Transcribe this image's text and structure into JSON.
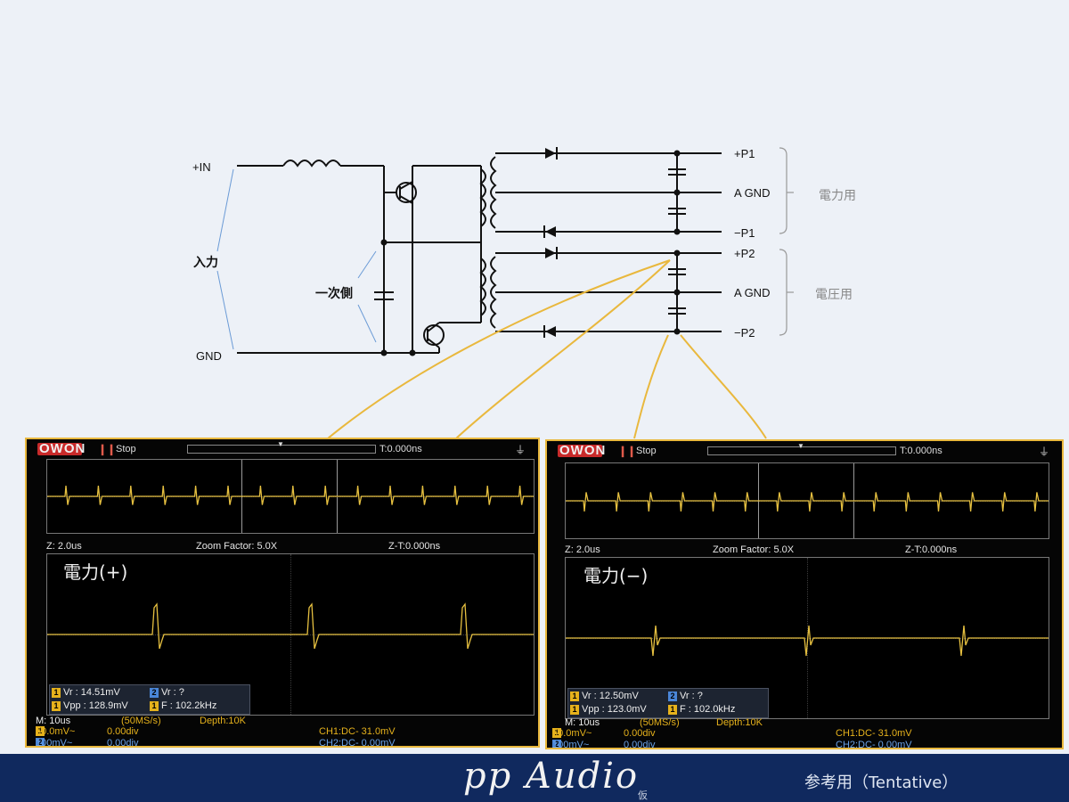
{
  "circuit": {
    "labels": {
      "in_plus": "+IN",
      "input": "入力",
      "gnd": "GND",
      "primary": "一次側",
      "p1_plus": "+P1",
      "agnd1": "A GND",
      "p1_minus": "−P1",
      "p2_plus": "+P2",
      "agnd2": "A GND",
      "p2_minus": "−P2",
      "power_use": "電力用",
      "voltage_use": "電圧用"
    }
  },
  "scopes": [
    {
      "brand": "OWON",
      "pause_icon": "pause-icon",
      "status": "Stop",
      "trigger_time": "T:0.000ns",
      "zoom_time": "Z: 2.0us",
      "zoom_factor": "Zoom Factor: 5.0X",
      "zoom_t": "Z-T:0.000ns",
      "channel_label": "電力(+)",
      "meas": {
        "vr1": "Vr : 14.51mV",
        "vr2": "Vr :     ?",
        "vpp": "Vpp : 128.9mV",
        "freq": "F : 102.2kHz"
      },
      "timebase": "M: 10us",
      "sample_rate": "(50MS/s)",
      "depth": "Depth:10K",
      "ch1_scale": "50.0mV~",
      "ch1_pos": "0.00div",
      "ch1_trig": "CH1:DC-  31.0mV",
      "ch2_scale": "100mV~",
      "ch2_pos": "0.00div",
      "ch2_trig": "CH2:DC-  0.00mV"
    },
    {
      "brand": "OWON",
      "pause_icon": "pause-icon",
      "status": "Stop",
      "trigger_time": "T:0.000ns",
      "zoom_time": "Z: 2.0us",
      "zoom_factor": "Zoom Factor: 5.0X",
      "zoom_t": "Z-T:0.000ns",
      "channel_label": "電力(−)",
      "meas": {
        "vr1": "Vr : 12.50mV",
        "vr2": "Vr :     ?",
        "vpp": "Vpp : 123.0mV",
        "freq": "F : 102.0kHz"
      },
      "timebase": "M: 10us",
      "sample_rate": "(50MS/s)",
      "depth": "Depth:10K",
      "ch1_scale": "50.0mV~",
      "ch1_pos": "0.00div",
      "ch1_trig": "CH1:DC-  31.0mV",
      "ch2_scale": "100mV~",
      "ch2_pos": "0.00div",
      "ch2_trig": "CH2:DC-  0.00mV"
    }
  ],
  "footer": {
    "brand": "pp Audio",
    "brand_sub": "仮",
    "tentative": "参考用（Tentative）"
  },
  "colors": {
    "background": "#edf1f7",
    "accent_yellow": "#e9b83d",
    "trace": "#e6c040",
    "footer": "#10295e"
  }
}
